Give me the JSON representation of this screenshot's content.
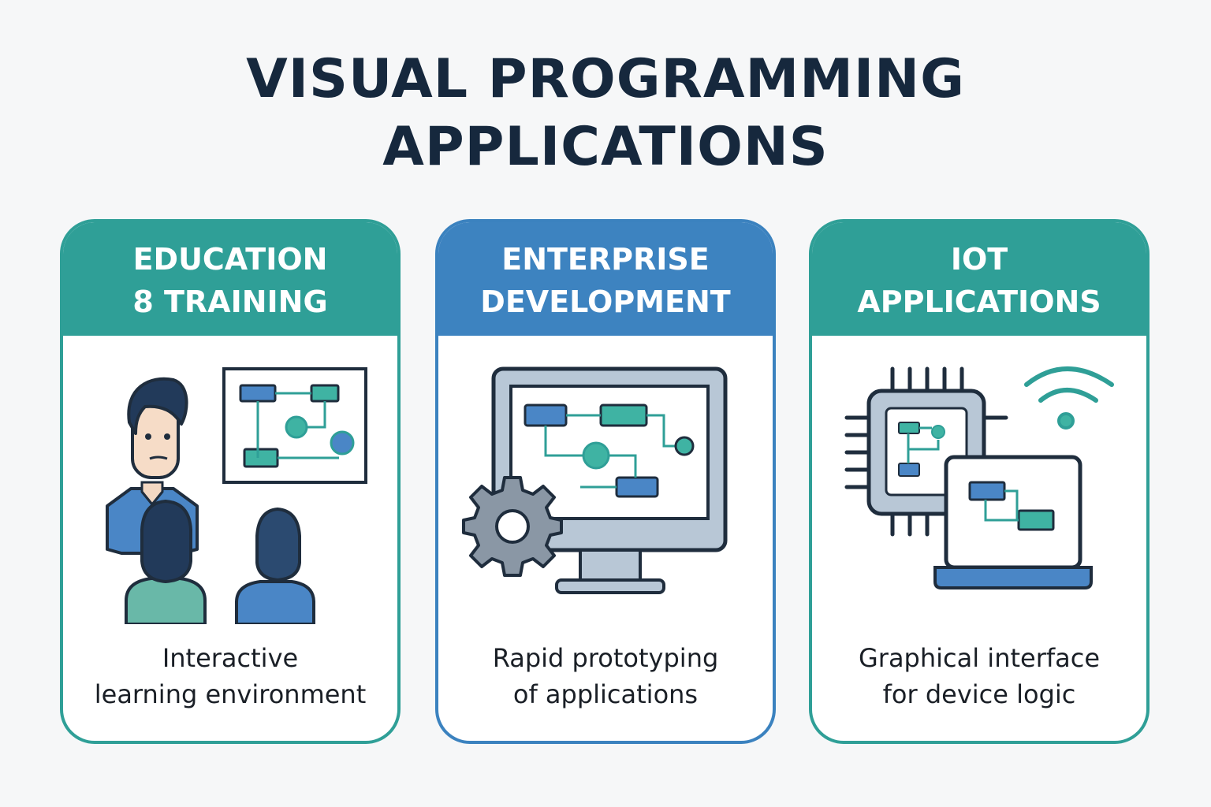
{
  "title": {
    "line1": "VISUAL PROGRAMMING",
    "line2": "APPLICATIONS"
  },
  "colors": {
    "teal": "#2f9f97",
    "blue": "#3d83c0",
    "navy": "#16283d"
  },
  "cards": [
    {
      "header": {
        "line1": "EDUCATION",
        "line2": "8 TRAINING"
      },
      "description": {
        "line1": "Interactive",
        "line2": "learning environment"
      },
      "icons": [
        "teacher-icon",
        "whiteboard-flowchart-icon",
        "students-icon"
      ]
    },
    {
      "header": {
        "line1": "ENTERPRISE",
        "line2": "DEVELOPMENT"
      },
      "description": {
        "line1": "Rapid prototyping",
        "line2": "of applications"
      },
      "icons": [
        "monitor-flowchart-icon",
        "gear-icon"
      ]
    },
    {
      "header": {
        "line1": "IOT",
        "line2": "APPLICATIONS"
      },
      "description": {
        "line1": "Graphical interface",
        "line2": "for device logic"
      },
      "icons": [
        "microchip-icon",
        "wifi-icon",
        "laptop-flowchart-icon"
      ]
    }
  ]
}
